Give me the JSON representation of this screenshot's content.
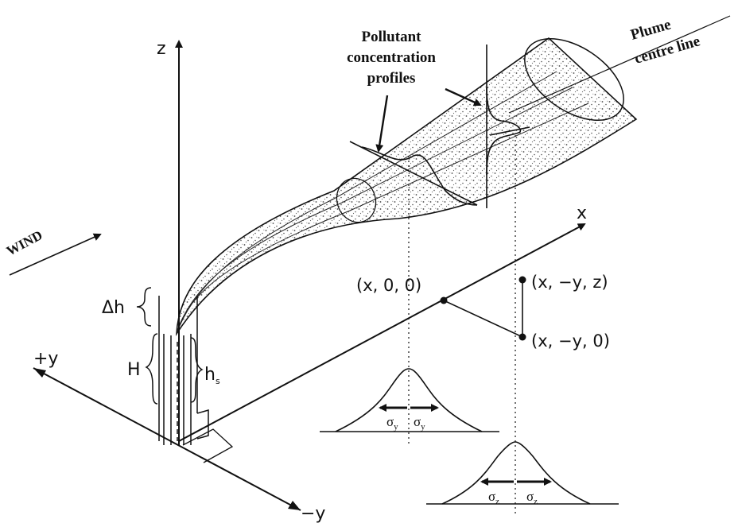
{
  "diagram": {
    "axes": {
      "x": "x",
      "z": "z",
      "plus_y": "+y",
      "minus_y": "−y"
    },
    "wind": "WIND",
    "labels": {
      "pollutant_line1": "Pollutant",
      "pollutant_line2": "concentration",
      "pollutant_line3": "profiles",
      "plume_line1": "Plume",
      "plume_line2": "centre line"
    },
    "stack": {
      "delta_h": "Δh",
      "H": "H",
      "h": "h",
      "h_sub": "s"
    },
    "points": {
      "origin_point": "(x, 0, 0)",
      "ground_point": "(x, −y, 0)",
      "elevated_point": "(x, −y, z)"
    },
    "sigma": {
      "sigma_symbol": "σ",
      "y_sub": "y",
      "z_sub": "z"
    }
  }
}
